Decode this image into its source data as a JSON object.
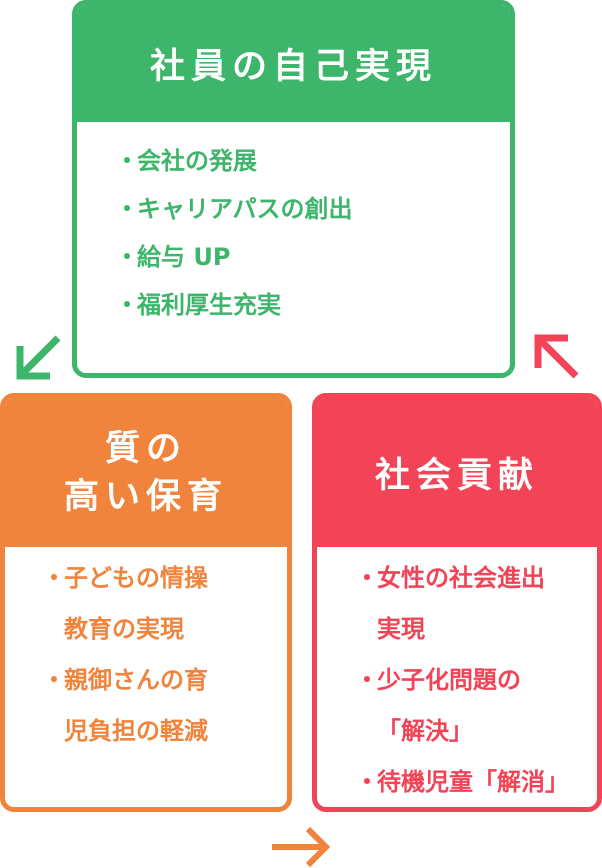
{
  "cards": {
    "green": {
      "title": "社員の自己実現",
      "items": [
        "会社の発展",
        "キャリアパスの創出",
        "給与 UP",
        "福利厚生充実"
      ]
    },
    "orange": {
      "title_lines": [
        "質の",
        "高い保育"
      ],
      "items": [
        [
          "子どもの情操",
          "教育の実現"
        ],
        [
          "親御さんの育",
          "児負担の軽減"
        ]
      ]
    },
    "red": {
      "title": "社会貢献",
      "items": [
        [
          "女性の社会進出",
          "実現"
        ],
        [
          "少子化問題の",
          "「解決」"
        ],
        [
          "待機児童「解消」"
        ]
      ]
    }
  },
  "colors": {
    "green": "#3db56b",
    "orange": "#f0843d",
    "red": "#f24456"
  },
  "arrows": {
    "green_to_orange": "arrow-down-left-icon",
    "orange_to_red": "arrow-right-icon",
    "red_to_green": "arrow-up-left-icon"
  }
}
